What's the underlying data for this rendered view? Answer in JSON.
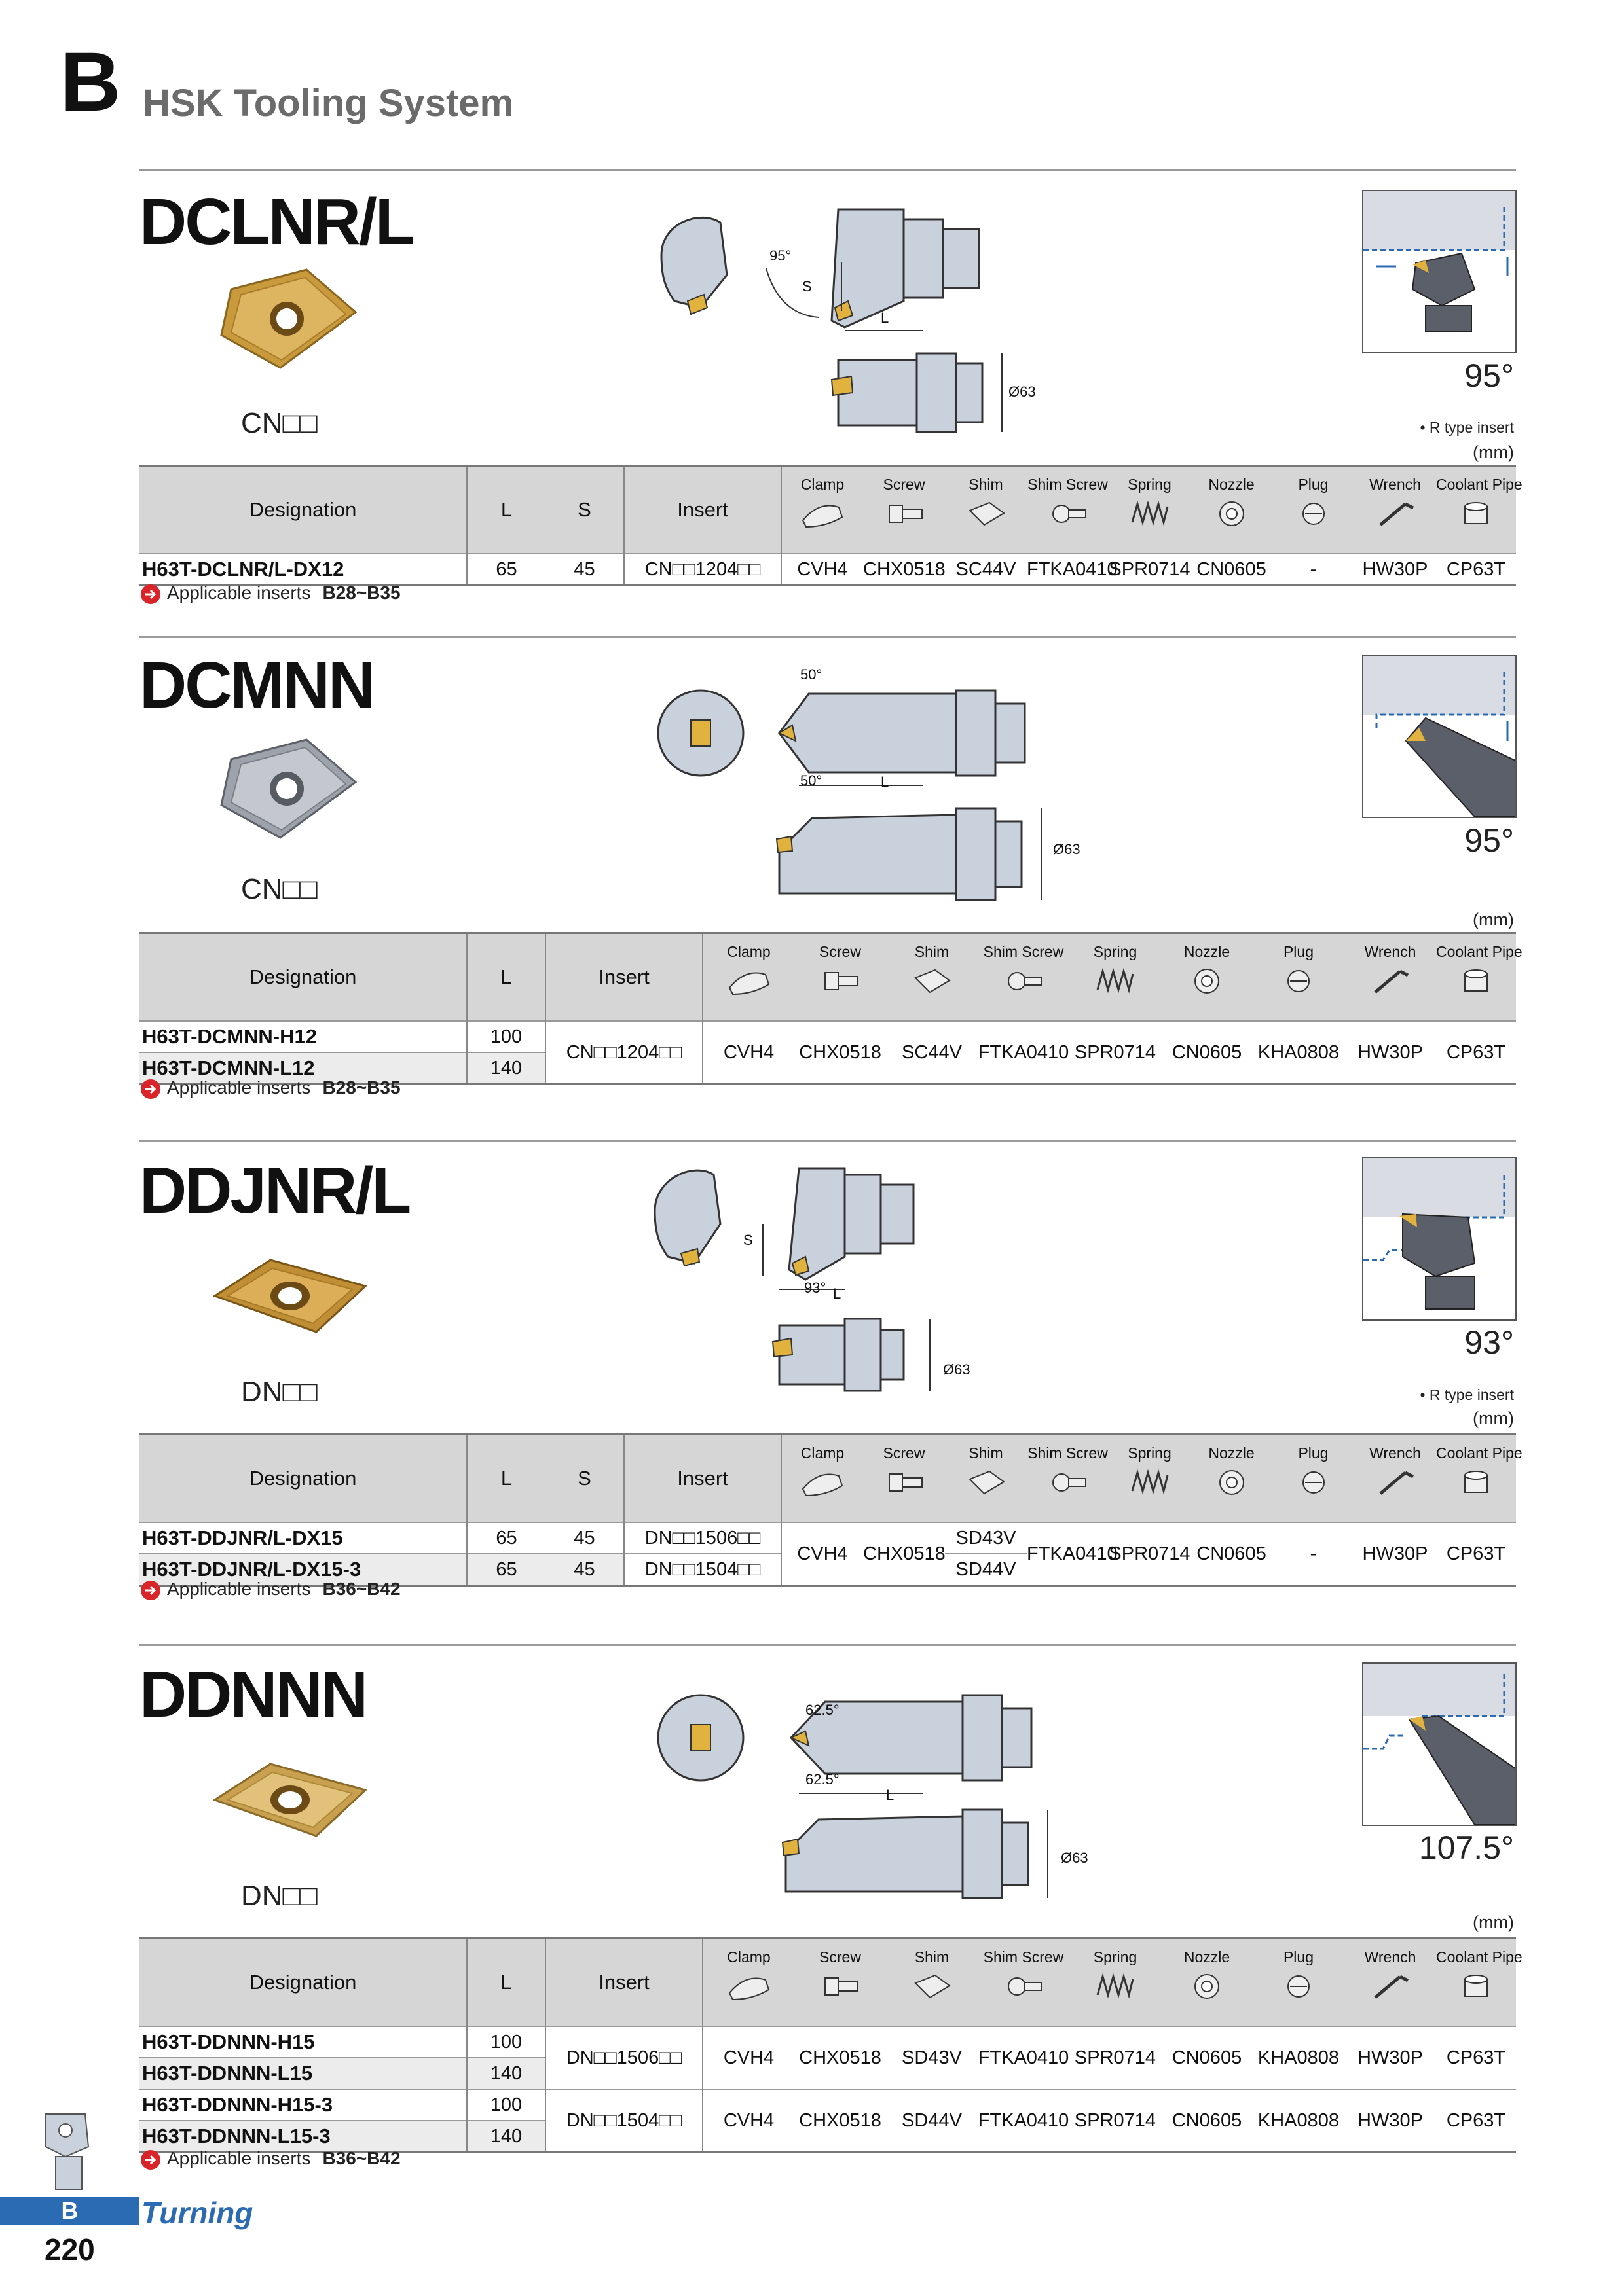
{
  "header": {
    "letter": "B",
    "title": "HSK Tooling System"
  },
  "parts": {
    "clamp": "Clamp",
    "screw": "Screw",
    "shim": "Shim",
    "shim_screw": "Shim Screw",
    "spring": "Spring",
    "nozzle": "Nozzle",
    "plug": "Plug",
    "wrench": "Wrench",
    "coolant_pipe": "Coolant Pipe"
  },
  "columns": {
    "designation": "Designation",
    "l": "L",
    "s": "S",
    "insert": "Insert"
  },
  "applicable_label": "Applicable inserts",
  "sections": [
    {
      "title": "DCLNR/L",
      "insert_code": "CN□□",
      "angle": "95°",
      "note": "• R type insert",
      "unit": "(mm)",
      "dims": {
        "angle1": "95°",
        "s": "S",
        "l": "L",
        "dia": "Ø63"
      },
      "rows": [
        {
          "designation": "H63T-DCLNR/L-DX12",
          "l": "65",
          "s": "45",
          "insert": "CN□□1204□□",
          "clamp": "CVH4",
          "screw": "CHX0518",
          "shim": "SC44V",
          "shim_screw": "FTKA0410",
          "spring": "SPR0714",
          "nozzle": "CN0605",
          "plug": "-",
          "wrench": "HW30P",
          "coolant_pipe": "CP63T"
        }
      ],
      "applicable": "B28~B35"
    },
    {
      "title": "DCMNN",
      "insert_code": "CN□□",
      "angle": "95°",
      "unit": "(mm)",
      "dims": {
        "angle1": "50°",
        "angle2": "50°",
        "l": "L",
        "dia": "Ø63"
      },
      "rows": [
        {
          "designation": "H63T-DCMNN-H12",
          "l": "100"
        },
        {
          "designation": "H63T-DCMNN-L12",
          "l": "140"
        }
      ],
      "common": {
        "insert": "CN□□1204□□",
        "clamp": "CVH4",
        "screw": "CHX0518",
        "shim": "SC44V",
        "shim_screw": "FTKA0410",
        "spring": "SPR0714",
        "nozzle": "CN0605",
        "plug": "KHA0808",
        "wrench": "HW30P",
        "coolant_pipe": "CP63T"
      },
      "applicable": "B28~B35"
    },
    {
      "title": "DDJNR/L",
      "insert_code": "DN□□",
      "angle": "93°",
      "note": "• R type insert",
      "unit": "(mm)",
      "dims": {
        "angle1": "93°",
        "s": "S",
        "l": "L",
        "dia": "Ø63"
      },
      "rows": [
        {
          "designation": "H63T-DDJNR/L-DX15",
          "l": "65",
          "s": "45",
          "insert": "DN□□1506□□",
          "shim": "SD43V"
        },
        {
          "designation": "H63T-DDJNR/L-DX15-3",
          "l": "65",
          "s": "45",
          "insert": "DN□□1504□□",
          "shim": "SD44V"
        }
      ],
      "common": {
        "clamp": "CVH4",
        "screw": "CHX0518",
        "shim_screw": "FTKA0410",
        "spring": "SPR0714",
        "nozzle": "CN0605",
        "plug": "-",
        "wrench": "HW30P",
        "coolant_pipe": "CP63T"
      },
      "applicable": "B36~B42"
    },
    {
      "title": "DDNNN",
      "insert_code": "DN□□",
      "angle": "107.5°",
      "unit": "(mm)",
      "dims": {
        "angle1": "62.5°",
        "angle2": "62.5°",
        "l": "L",
        "dia": "Ø63"
      },
      "rows": [
        {
          "designation": "H63T-DDNNN-H15",
          "l": "100"
        },
        {
          "designation": "H63T-DDNNN-L15",
          "l": "140"
        },
        {
          "designation": "H63T-DDNNN-H15-3",
          "l": "100"
        },
        {
          "designation": "H63T-DDNNN-L15-3",
          "l": "140"
        }
      ],
      "groups": [
        {
          "insert": "DN□□1506□□",
          "clamp": "CVH4",
          "screw": "CHX0518",
          "shim": "SD43V",
          "shim_screw": "FTKA0410",
          "spring": "SPR0714",
          "nozzle": "CN0605",
          "plug": "KHA0808",
          "wrench": "HW30P",
          "coolant_pipe": "CP63T"
        },
        {
          "insert": "DN□□1504□□",
          "clamp": "CVH4",
          "screw": "CHX0518",
          "shim": "SD44V",
          "shim_screw": "FTKA0410",
          "spring": "SPR0714",
          "nozzle": "CN0605",
          "plug": "KHA0808",
          "wrench": "HW30P",
          "coolant_pipe": "CP63T"
        }
      ],
      "applicable": "B36~B42"
    }
  ],
  "footer": {
    "tab": "B",
    "category": "Turning",
    "page": "220"
  }
}
